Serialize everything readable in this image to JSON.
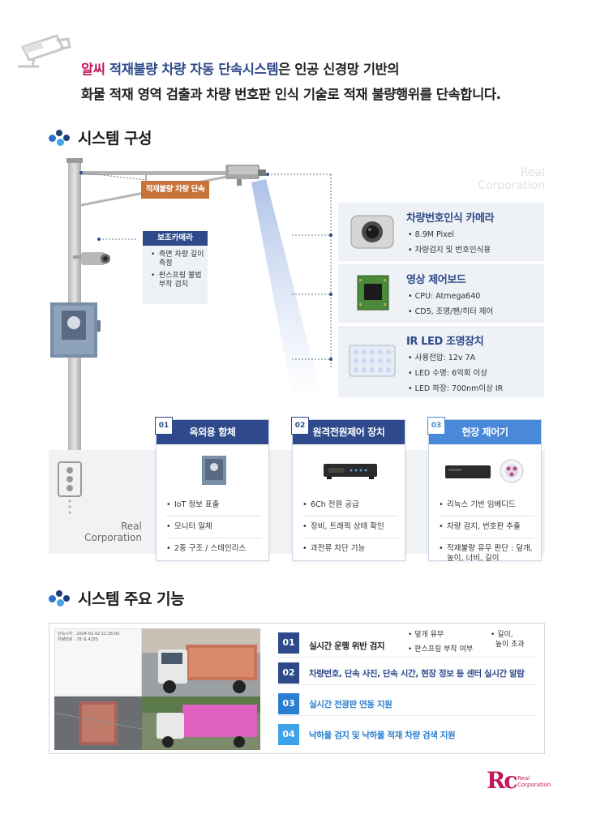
{
  "intro": {
    "brand": "알씨",
    "system_name": "적재불량 차량 자동 단속시스템",
    "line1_rest": "은 인공 신경망 기반의",
    "line2": "화물 적재 영역 검출과 차량 번호판 인식 기술로 적재 불량행위를 단속합니다."
  },
  "section1": {
    "title": "시스템 구성"
  },
  "section2": {
    "title": "시스템 주요 기능"
  },
  "diagram": {
    "sign_label": "적재불량 차량 단속",
    "watermark_top": [
      "Real",
      "Corporation"
    ],
    "watermark_bottom": [
      "Real",
      "Corporation"
    ],
    "aux_camera": {
      "title": "보조카메라",
      "items": [
        "측면 차량 길이 측정",
        "판스프링 불법 부착 검지"
      ]
    },
    "components": [
      {
        "title": "차량번호인식 카메라",
        "items": [
          "8.9M Pixel",
          "차량검지 및 번호인식용"
        ],
        "icon": "camera-module-icon"
      },
      {
        "title": "영상 제어보드",
        "items": [
          "CPU: Atmega640",
          "CD5, 조명/팬/히터 제어"
        ],
        "icon": "circuit-board-icon"
      },
      {
        "title": "IR LED 조명장치",
        "items": [
          "사용전압: 12v 7A",
          "LED 수명: 6억회 이상",
          "LED 파장: 700nm이상 IR"
        ],
        "icon": "led-panel-icon"
      }
    ],
    "cards": [
      {
        "num": "01",
        "title": "옥외용 함체",
        "items": [
          "IoT 정보 표출",
          "모니터 일체",
          "2중 구조 / 스테인리스"
        ],
        "icon": "outdoor-enclosure-icon"
      },
      {
        "num": "02",
        "title": "원격전원제어 장치",
        "items": [
          "6Ch 전원 공급",
          "장비, 트래픽 상태 확인",
          "과전류 차단 기능"
        ],
        "icon": "power-controller-icon"
      },
      {
        "num": "03",
        "title": "현장 제어기",
        "items": [
          "리눅스 기반 임베디드",
          "차량 검지, 번호판 추출",
          "적재불량 유무 판단 : 덮개, 높이, 너비, 길이"
        ],
        "icon": "field-controller-icon"
      }
    ]
  },
  "features": [
    {
      "num": "01",
      "text": "실시간 운행 위반 검지",
      "color": "#2e4a8a",
      "text_color": "#222222",
      "subs": [
        "덮개 유무",
        "판스프링 부착 여부",
        "길이,",
        "높이 초과"
      ]
    },
    {
      "num": "02",
      "text": "차량번호, 단속 사진, 단속 시간, 현장 정보 등 센터 실시간 알람",
      "color": "#2e4a8a",
      "text_color": "#2e4a8a",
      "subs": []
    },
    {
      "num": "03",
      "text": "실시간 전광판 연동 지원",
      "color": "#2a7ed0",
      "text_color": "#2a7ed0",
      "subs": []
    },
    {
      "num": "04",
      "text": "낙하물 검지 및 낙하물 적재 차량 검색 지원",
      "color": "#3ea2e8",
      "text_color": "#2a7ed0",
      "subs": []
    }
  ],
  "screenshot": {
    "line1": "단속시각 : 2024-01-02 11:35:00",
    "line2": "차량번호 : 78 모 4255"
  },
  "logo": {
    "mark": "Rc",
    "text": [
      "Real",
      "Corporation"
    ]
  },
  "colors": {
    "brand_pink": "#c2185b",
    "navy": "#2e4a8a",
    "blue": "#4a88d8",
    "sky": "#3ea2e8"
  }
}
